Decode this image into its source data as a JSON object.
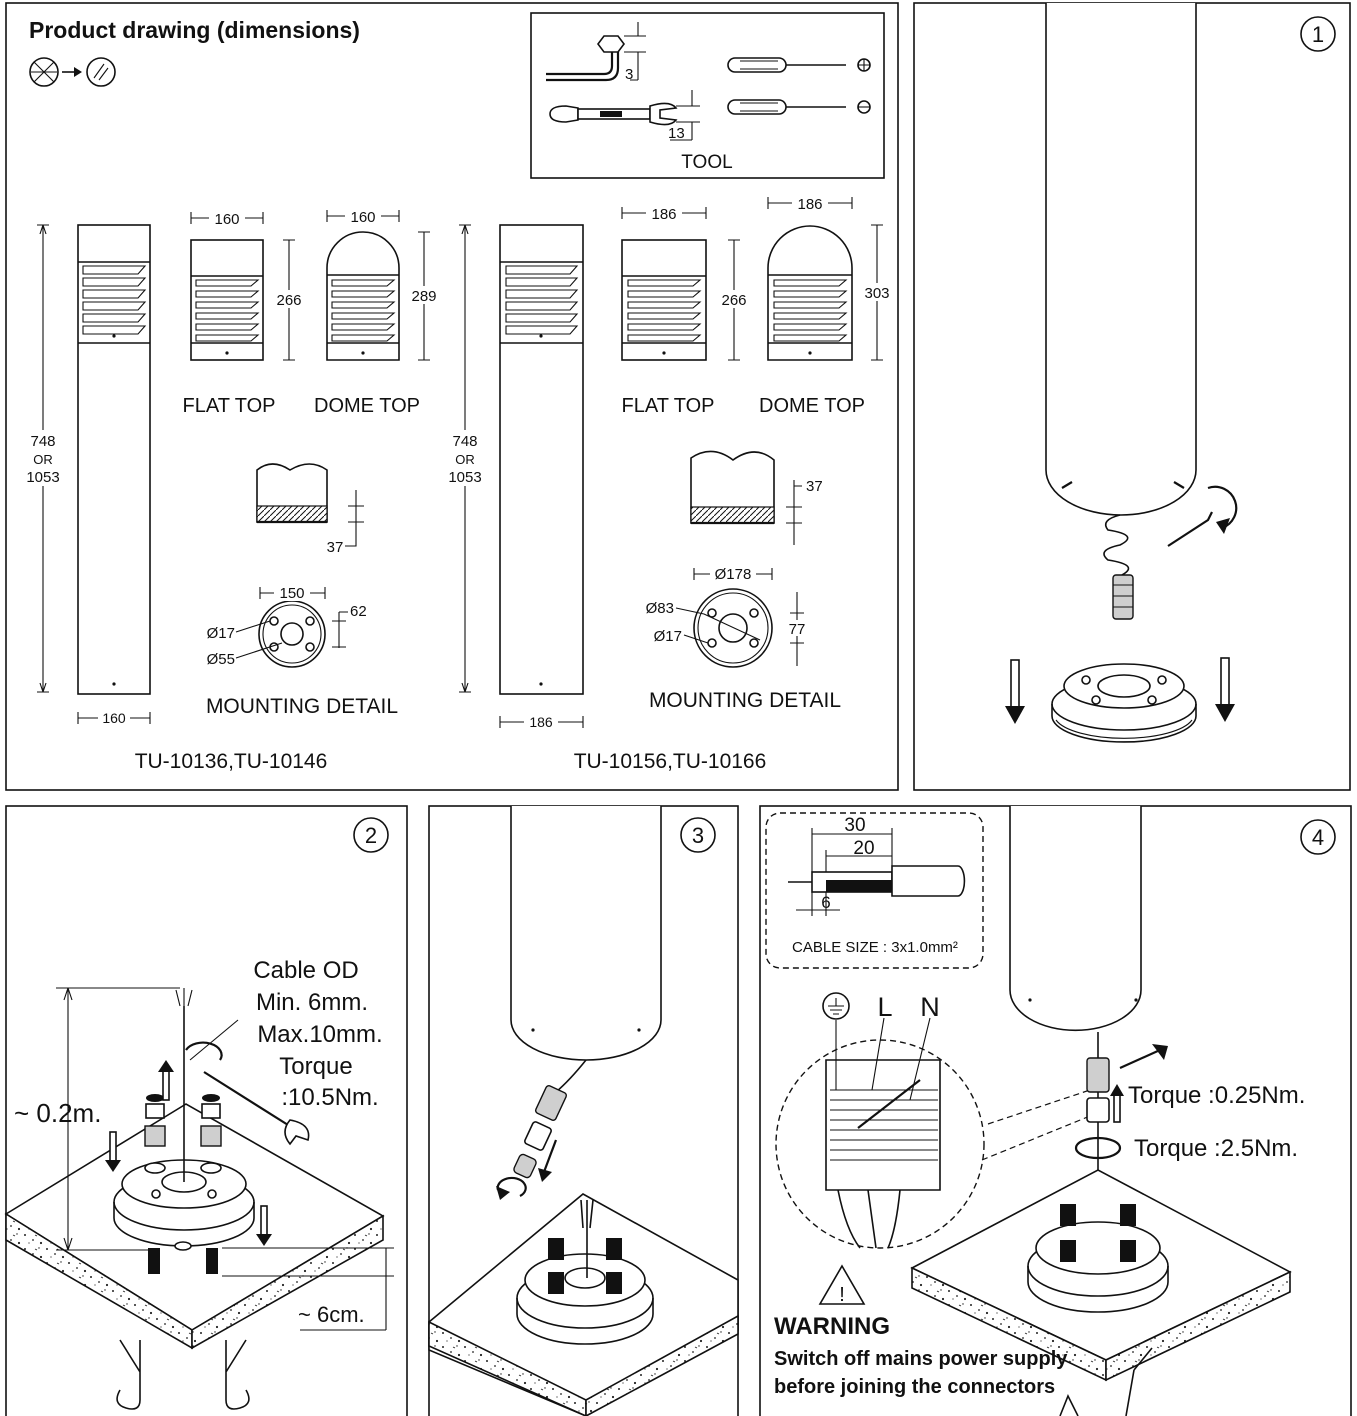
{
  "main_panel": {
    "title": "Product drawing (dimensions)",
    "tool_box": {
      "label": "TOOL",
      "hex_size": "3",
      "spanner_size": "13"
    },
    "model_a": {
      "models": "TU-10136,TU-10146",
      "height": [
        "748",
        "OR",
        "1053"
      ],
      "width": "160",
      "flat_top": {
        "label": "FLAT TOP",
        "width": "160",
        "height": "266"
      },
      "dome_top": {
        "label": "DOME TOP",
        "width": "160",
        "height": "289"
      },
      "base_height": "37",
      "mounting": {
        "label": "MOUNTING DETAIL",
        "width": "150",
        "hole": "Ø17",
        "center": "Ø55",
        "offset": "62"
      }
    },
    "model_b": {
      "models": "TU-10156,TU-10166",
      "height": [
        "748",
        "OR",
        "1053"
      ],
      "width": "186",
      "flat_top": {
        "label": "FLAT TOP",
        "width": "186",
        "height": "266"
      },
      "dome_top": {
        "label": "DOME TOP",
        "width": "186",
        "height": "303"
      },
      "base_height": "37",
      "mounting": {
        "label": "MOUNTING DETAIL",
        "width": "Ø178",
        "center": "Ø83",
        "hole": "Ø17",
        "offset": "77"
      }
    }
  },
  "step1": {
    "number": "1"
  },
  "step2": {
    "number": "2",
    "cable_note": [
      "Cable OD",
      "Min. 6mm.",
      "Max.10mm.",
      "Torque",
      ":10.5Nm."
    ],
    "height_note": "~ 0.2m.",
    "depth_note": "~ 6cm."
  },
  "step3": {
    "number": "3"
  },
  "step4": {
    "number": "4",
    "strip": {
      "outer": "30",
      "inner": "20",
      "conductor": "6",
      "cable_size": "CABLE SIZE : 3x1.0mm²"
    },
    "terminals": [
      "L",
      "N"
    ],
    "torque_1": "Torque :0.25Nm.",
    "torque_2": "Torque :2.5Nm.",
    "warning_title": "WARNING",
    "warning_lines": [
      "Switch off mains power supply",
      "before joining the connectors"
    ],
    "warning_symbol": "!"
  }
}
